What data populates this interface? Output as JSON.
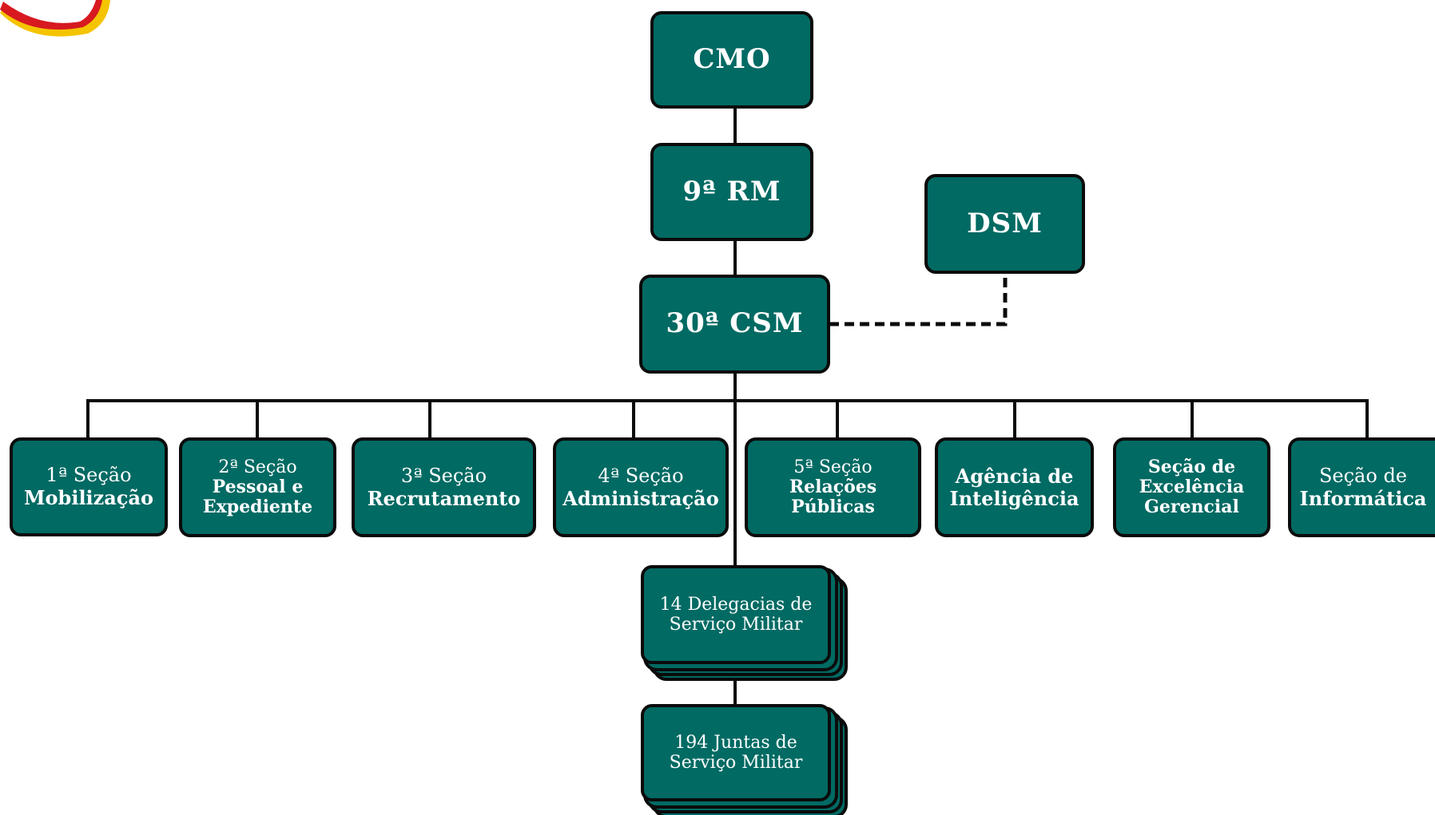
{
  "colors": {
    "node_fill": "#006a63",
    "node_border": "#0b0b0b",
    "connector": "#0b0b0b",
    "text": "#ffffff",
    "logo_red": "#d71920",
    "logo_gold": "#f5c400"
  },
  "logo": {
    "icon": "emblem-icon"
  },
  "nodes": {
    "cmo": {
      "label": "CMO"
    },
    "rm9": {
      "label": "9ª RM"
    },
    "dsm": {
      "label": "DSM"
    },
    "csm30": {
      "label": "30ª CSM"
    },
    "sec1": {
      "line1": "1ª Seção",
      "line2": "Mobilização"
    },
    "sec2": {
      "line1": "2ª Seção",
      "line2": "Pessoal e",
      "line3": "Expediente"
    },
    "sec3": {
      "line1": "3ª Seção",
      "line2": "Recrutamento"
    },
    "sec4": {
      "line1": "4ª Seção",
      "line2": "Administração"
    },
    "sec5": {
      "line1": "5ª Seção",
      "line2": "Relações",
      "line3": "Públicas"
    },
    "intel": {
      "line1": "Agência de",
      "line2": "Inteligência"
    },
    "excel": {
      "line1": "Seção de",
      "line2": "Excelência",
      "line3": "Gerencial"
    },
    "info": {
      "line1": "Seção de",
      "line2": "Informática"
    },
    "delegacias": {
      "line1": "14 Delegacias de",
      "line2": "Serviço Militar"
    },
    "juntas": {
      "line1": "194 Juntas de",
      "line2": "Serviço Militar"
    }
  }
}
